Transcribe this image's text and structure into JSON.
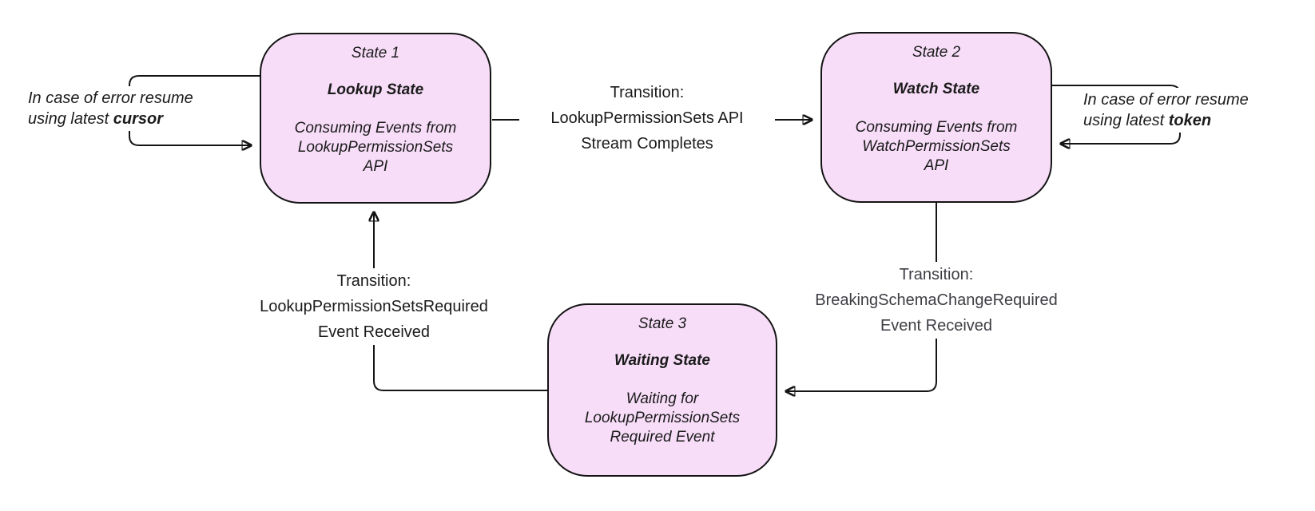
{
  "colors": {
    "background": "#ffffff",
    "state_fill": "#f7ddf8",
    "state_border": "#141414",
    "line": "#141414",
    "text": "#1b1b1b",
    "muted_text": "#3d3d44"
  },
  "states": [
    {
      "title": "State 1",
      "name": "Lookup State",
      "body_lines": [
        "Consuming Events from",
        "LookupPermissionSets",
        "API"
      ]
    },
    {
      "title": "State 2",
      "name": "Watch State",
      "body_lines": [
        "Consuming Events from",
        "WatchPermissionSets",
        "API"
      ]
    },
    {
      "title": "State 3",
      "name": "Waiting State",
      "body_lines": [
        "Waiting for",
        "LookupPermissionSets",
        "Required Event"
      ]
    }
  ],
  "transitions": [
    {
      "lines": [
        "Transition:",
        "LookupPermissionSets API",
        "Stream Completes"
      ]
    },
    {
      "lines": [
        "Transition:",
        "BreakingSchemaChangeRequired",
        "Event Received"
      ]
    },
    {
      "lines": [
        "Transition:",
        "LookupPermissionSetsRequired",
        "Event Received"
      ]
    }
  ],
  "error_loops": [
    {
      "line1": "In case of error resume",
      "line2_prefix": "using latest ",
      "emphasis": "cursor"
    },
    {
      "line1": "In case of error resume",
      "line2_prefix": "using latest ",
      "emphasis": "token"
    }
  ]
}
